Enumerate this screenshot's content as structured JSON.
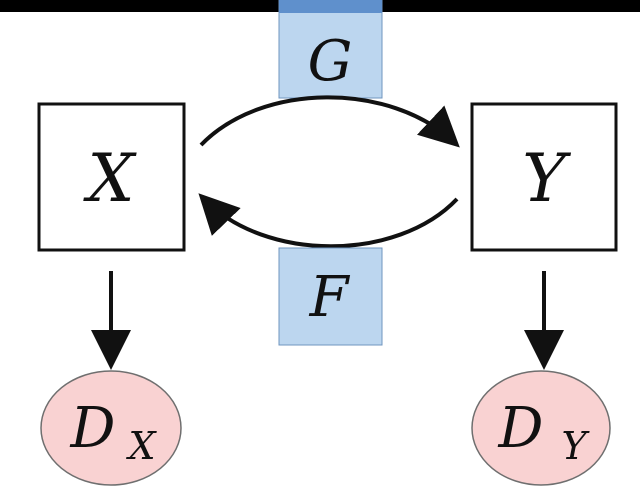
{
  "nodes": {
    "x": {
      "label": "X"
    },
    "y": {
      "label": "Y"
    },
    "g": {
      "label": "G"
    },
    "f": {
      "label": "F"
    },
    "dx": {
      "label": "D",
      "sub": "X"
    },
    "dy": {
      "label": "D",
      "sub": "Y"
    }
  },
  "colors": {
    "top_bar": "#000000",
    "generator_fill": "#bcd6ef",
    "generator_stroke": "#6f95bf",
    "generator_top_accent": "#5f90cc",
    "discriminator_fill": "#f9d2d2",
    "discriminator_stroke": "#6f6f6f",
    "line": "#111111"
  }
}
